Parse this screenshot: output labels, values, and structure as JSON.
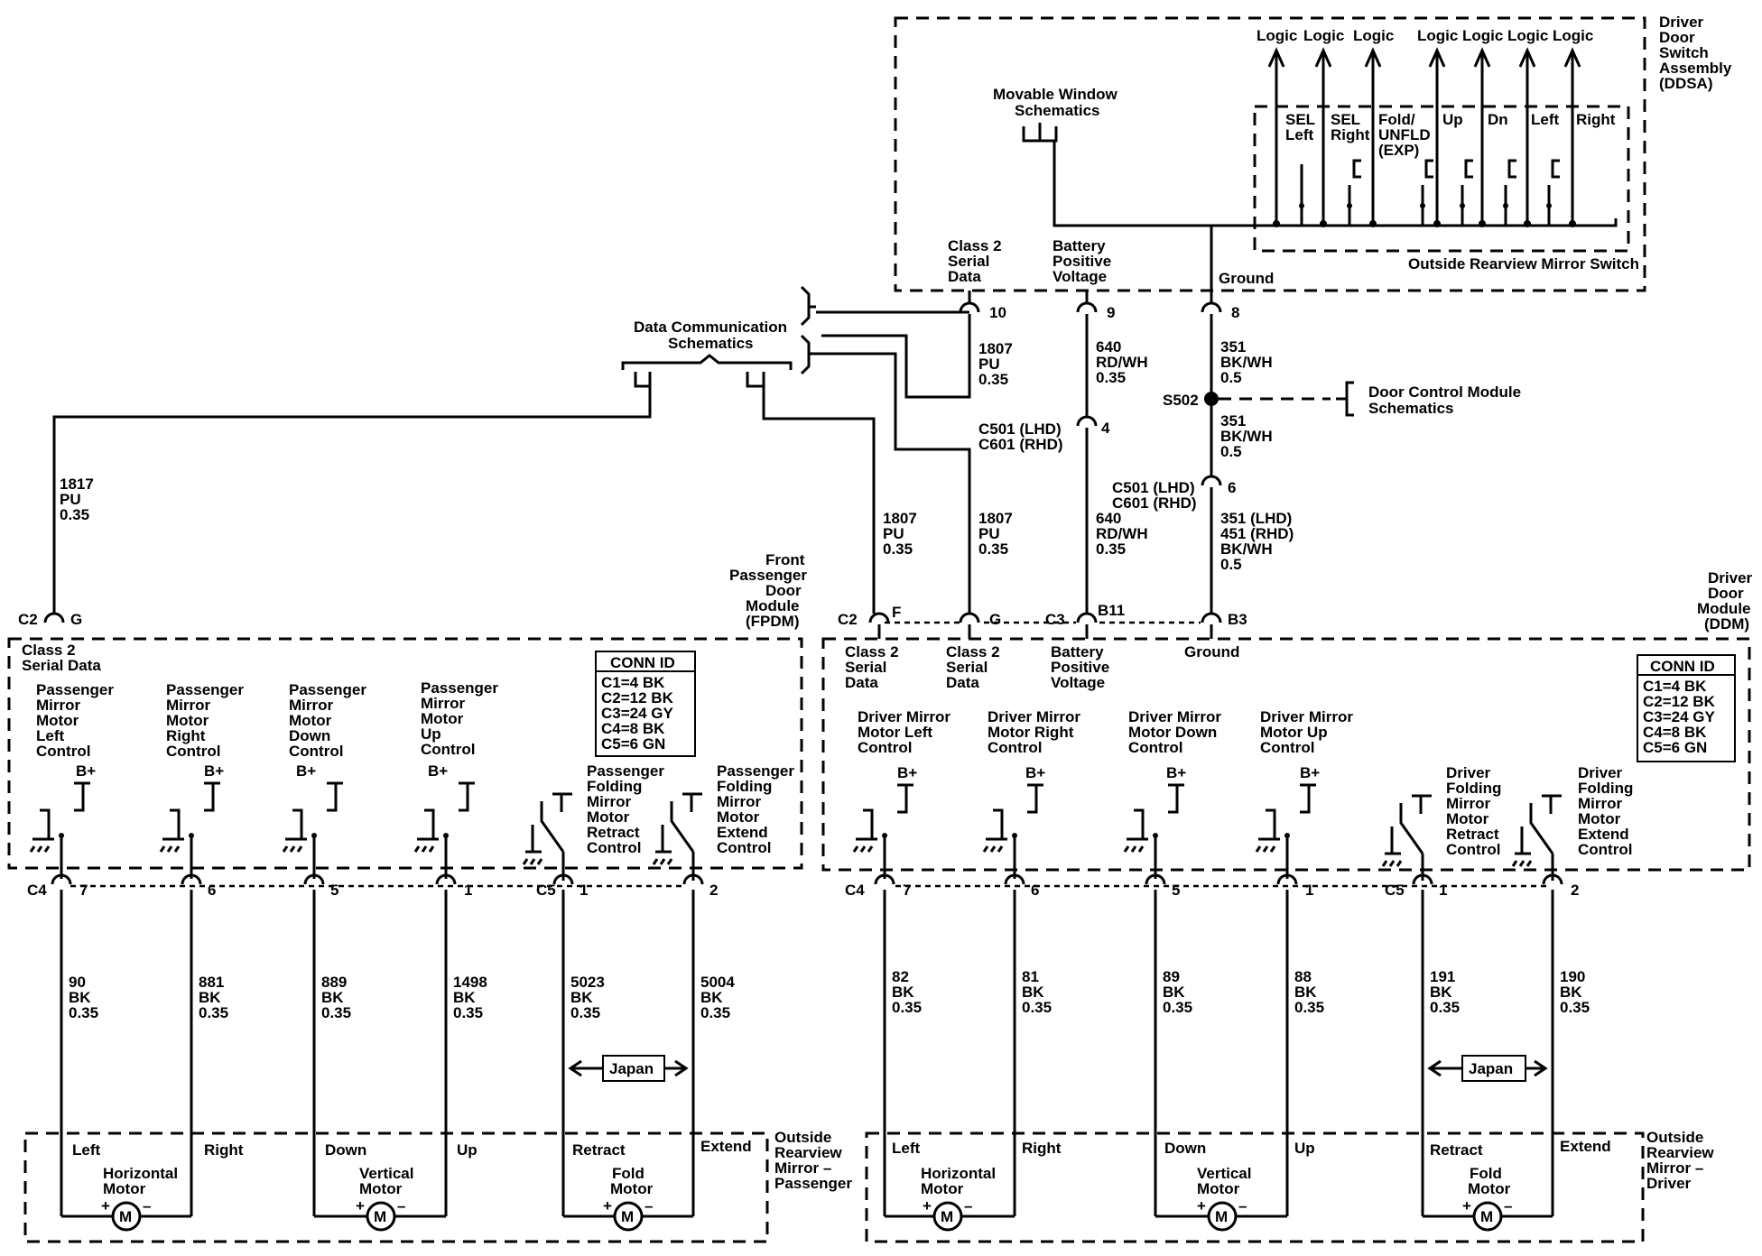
{
  "ddsa": {
    "logic_labels": [
      "Logic",
      "Logic",
      "Logic",
      "Logic",
      "Logic",
      "Logic",
      "Logic"
    ],
    "title": [
      "Driver",
      "Door",
      "Switch",
      "Assembly",
      "(DDSA)"
    ],
    "window_ref": [
      "Movable Window",
      "Schematics"
    ],
    "switches": [
      [
        "SEL",
        "Left"
      ],
      [
        "SEL",
        "Right"
      ],
      [
        "Fold/",
        "UNFLD",
        "(EXP)"
      ],
      [
        "Up"
      ],
      [
        "Dn"
      ],
      [
        "Left"
      ],
      [
        "Right"
      ]
    ],
    "switch_box_label": "Outside Rearview Mirror Switch",
    "pin_labels": [
      [
        "Class 2",
        "Serial",
        "Data"
      ],
      [
        "Battery",
        "Positive",
        "Voltage"
      ],
      [
        "Ground"
      ]
    ],
    "pins": [
      "10",
      "9",
      "8"
    ]
  },
  "data_comm": [
    "Data Communication",
    "Schematics"
  ],
  "door_control_ref": [
    "Door Control Module",
    "Schematics"
  ],
  "splice": "S502",
  "wires_top": {
    "w1807": [
      "1807",
      "PU",
      "0.35"
    ],
    "w640": [
      "640",
      "RD/WH",
      "0.35"
    ],
    "w351": [
      "351",
      "BK/WH",
      "0.5"
    ],
    "w351b": [
      "351",
      "BK/WH",
      "0.5"
    ],
    "w1817": [
      "1817",
      "PU",
      "0.35"
    ],
    "w1807a": [
      "1807",
      "PU",
      "0.35"
    ],
    "w1807b": [
      "1807",
      "PU",
      "0.35"
    ],
    "w640b": [
      "640",
      "RD/WH",
      "0.35"
    ],
    "w351c": [
      "351 (LHD)",
      "451 (RHD)",
      "BK/WH",
      "0.5"
    ]
  },
  "connectors": {
    "c501_4": [
      "C501 (LHD)",
      "C601 (RHD)"
    ],
    "c501_4_pin": "4",
    "c501_6": [
      "C501 (LHD)",
      "C601 (RHD)"
    ],
    "c501_6_pin": "6"
  },
  "fpdm": {
    "title": [
      "Front",
      "Passenger",
      "Door",
      "Module",
      "(FPDM)"
    ],
    "c2": "C2",
    "c2_pin": "G",
    "class2": [
      "Class 2",
      "Serial Data"
    ],
    "controls": [
      [
        "Passenger",
        "Mirror",
        "Motor",
        "Left",
        "Control"
      ],
      [
        "Passenger",
        "Mirror",
        "Motor",
        "Right",
        "Control"
      ],
      [
        "Passenger",
        "Mirror",
        "Motor",
        "Down",
        "Control"
      ],
      [
        "Passenger",
        "Mirror",
        "Motor",
        "Up",
        "Control"
      ]
    ],
    "fold_controls": [
      [
        "Passenger",
        "Folding",
        "Mirror",
        "Motor",
        "Retract",
        "Control"
      ],
      [
        "Passenger",
        "Folding",
        "Mirror",
        "Motor",
        "Extend",
        "Control"
      ]
    ],
    "conn_id_title": "CONN ID",
    "conn_id": [
      "C1=4 BK",
      "C2=12 BK",
      "C3=24 GY",
      "C4=8 BK",
      "C5=6 GN"
    ],
    "bplus": "B+",
    "c4": "C4",
    "c5": "C5",
    "pins": [
      "7",
      "6",
      "5",
      "1",
      "1",
      "2"
    ],
    "wires": [
      [
        "90",
        "BK",
        "0.35"
      ],
      [
        "881",
        "BK",
        "0.35"
      ],
      [
        "889",
        "BK",
        "0.35"
      ],
      [
        "1498",
        "BK",
        "0.35"
      ],
      [
        "5023",
        "BK",
        "0.35"
      ],
      [
        "5004",
        "BK",
        "0.35"
      ]
    ],
    "japan": "Japan"
  },
  "ddm": {
    "title": [
      "Driver",
      "Door",
      "Module",
      "(DDM)"
    ],
    "c2": "C2",
    "c2_pins": [
      "F",
      "G"
    ],
    "c3": "C3",
    "c3_pins": [
      "B11",
      "B3"
    ],
    "pin_labels": [
      [
        "Class 2",
        "Serial",
        "Data"
      ],
      [
        "Class 2",
        "Serial",
        "Data"
      ],
      [
        "Battery",
        "Positive",
        "Voltage"
      ],
      [
        "Ground"
      ]
    ],
    "controls": [
      [
        "Driver Mirror",
        "Motor Left",
        "Control"
      ],
      [
        "Driver Mirror",
        "Motor Right",
        "Control"
      ],
      [
        "Driver Mirror",
        "Motor Down",
        "Control"
      ],
      [
        "Driver Mirror",
        "Motor Up",
        "Control"
      ]
    ],
    "fold_controls": [
      [
        "Driver",
        "Folding",
        "Mirror",
        "Motor",
        "Retract",
        "Control"
      ],
      [
        "Driver",
        "Folding",
        "Mirror",
        "Motor",
        "Extend",
        "Control"
      ]
    ],
    "conn_id_title": "CONN ID",
    "conn_id": [
      "C1=4 BK",
      "C2=12 BK",
      "C3=24 GY",
      "C4=8 BK",
      "C5=6 GN"
    ],
    "bplus": "B+",
    "c4": "C4",
    "c5": "C5",
    "pins": [
      "7",
      "6",
      "5",
      "1",
      "1",
      "2"
    ],
    "wires": [
      [
        "82",
        "BK",
        "0.35"
      ],
      [
        "81",
        "BK",
        "0.35"
      ],
      [
        "89",
        "BK",
        "0.35"
      ],
      [
        "88",
        "BK",
        "0.35"
      ],
      [
        "191",
        "BK",
        "0.35"
      ],
      [
        "190",
        "BK",
        "0.35"
      ]
    ],
    "japan": "Japan"
  },
  "mirror_passenger": {
    "title": [
      "Outside",
      "Rearview",
      "Mirror –",
      "Passenger"
    ],
    "terms": [
      "Left",
      "Right",
      "Down",
      "Up",
      "Retract",
      "Extend"
    ],
    "motors": [
      [
        "Horizontal",
        "Motor"
      ],
      [
        "Vertical",
        "Motor"
      ],
      [
        "Fold",
        "Motor"
      ]
    ],
    "m": "M",
    "plus": "+",
    "minus": "–"
  },
  "mirror_driver": {
    "title": [
      "Outside",
      "Rearview",
      "Mirror –",
      "Driver"
    ],
    "terms": [
      "Left",
      "Right",
      "Down",
      "Up",
      "Retract",
      "Extend"
    ],
    "motors": [
      [
        "Horizontal",
        "Motor"
      ],
      [
        "Vertical",
        "Motor"
      ],
      [
        "Fold",
        "Motor"
      ]
    ],
    "m": "M",
    "plus": "+",
    "minus": "–"
  }
}
